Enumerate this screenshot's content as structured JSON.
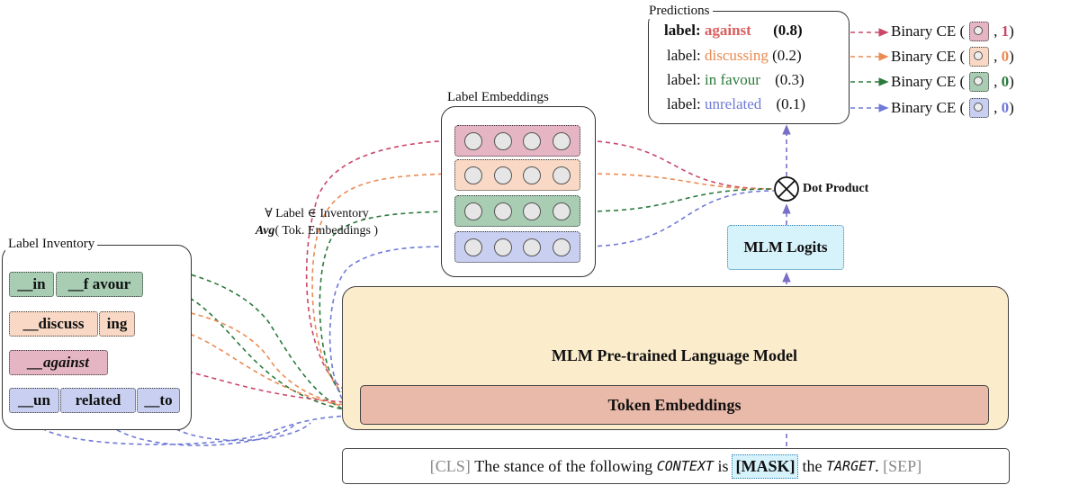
{
  "label_inventory": {
    "title": "Label Inventory",
    "in_favour": [
      "__in",
      "__f avour"
    ],
    "discussing": [
      "__discuss",
      "ing"
    ],
    "against": [
      "__against"
    ],
    "unrelated": [
      "__un",
      "related",
      "__to"
    ]
  },
  "label_embeddings": {
    "title": "Label Embeddings"
  },
  "avg_annotation": {
    "line1_prefix": "∀ Label ∈ Inventory",
    "avg": "Avg",
    "line2_rest": "( Tok. Embeddings )"
  },
  "predictions": {
    "title": "Predictions",
    "rows": [
      {
        "prefix": "label:",
        "label": "against",
        "score": "(0.8)",
        "color": "#d95f5f"
      },
      {
        "prefix": "label:",
        "label": "discussing",
        "score": "(0.2)",
        "color": "#e98b53"
      },
      {
        "prefix": "label:",
        "label": "in favour",
        "score": "(0.3)",
        "color": "#2b7a3c"
      },
      {
        "prefix": "label:",
        "label": "unrelated",
        "score": "(0.1)",
        "color": "#6f7ad6"
      }
    ]
  },
  "bce": [
    {
      "text": "Binary CE (",
      "comma": ",",
      "target": "1",
      "close": ")"
    },
    {
      "text": "Binary CE (",
      "comma": ",",
      "target": "0",
      "close": ")"
    },
    {
      "text": "Binary CE (",
      "comma": ",",
      "target": "0",
      "close": ")"
    },
    {
      "text": "Binary CE (",
      "comma": ",",
      "target": "0",
      "close": ")"
    }
  ],
  "dot_product": "Dot Product",
  "mlm_logits": "MLM Logits",
  "model": "MLM Pre-trained Language Model",
  "token_embeddings": "Token Embeddings",
  "input": {
    "cls": "[CLS]",
    "text1": "The stance of the following",
    "context": "CONTEXT",
    "is": "is",
    "mask": "[MASK]",
    "the": "the",
    "target": "TARGET",
    "period": ".",
    "sep": "[SEP]"
  },
  "colors": {
    "against": "#c9486a",
    "discussing": "#e98b53",
    "in_favour": "#2b7a3c",
    "unrelated": "#6f7ad6",
    "logits": "#2a7fb0"
  }
}
